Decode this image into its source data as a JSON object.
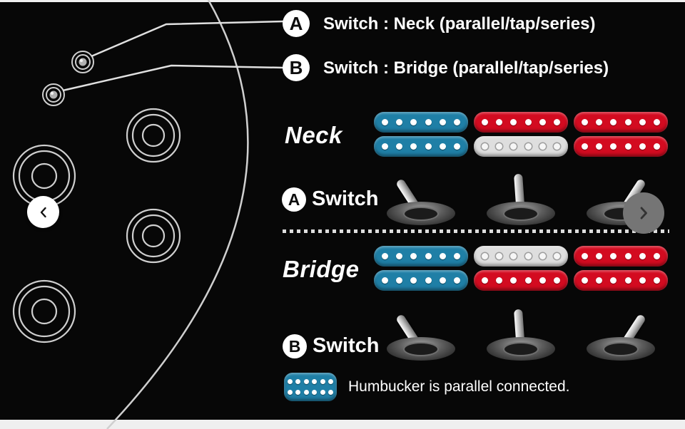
{
  "colors": {
    "blue": "#1f7fa6",
    "red": "#d30b20",
    "white": "#dedede",
    "background": "#070707",
    "outline": "#cfcfcf"
  },
  "dots_per_coil": 6,
  "header": {
    "switch_a": {
      "badge": "A",
      "text": "Switch : Neck (parallel/tap/series)"
    },
    "switch_b": {
      "badge": "B",
      "text": "Switch : Bridge (parallel/tap/series)"
    }
  },
  "neck_section": {
    "title": "Neck",
    "switch_badge": "A",
    "switch_label": "Switch",
    "pickups": [
      {
        "top_coil": "blue",
        "bottom_coil": "blue"
      },
      {
        "top_coil": "red",
        "bottom_coil": "white"
      },
      {
        "top_coil": "red",
        "bottom_coil": "red"
      }
    ],
    "switch_positions": [
      "left",
      "center",
      "right"
    ]
  },
  "bridge_section": {
    "title": "Bridge",
    "switch_badge": "B",
    "switch_label": "Switch",
    "pickups": [
      {
        "top_coil": "blue",
        "bottom_coil": "blue"
      },
      {
        "top_coil": "white",
        "bottom_coil": "red"
      },
      {
        "top_coil": "red",
        "bottom_coil": "red"
      }
    ],
    "switch_positions": [
      "left",
      "center",
      "right"
    ]
  },
  "legend": {
    "icon": {
      "color": "blue",
      "dot_rows": 2
    },
    "text": "Humbucker is parallel connected."
  },
  "carousel": {
    "prev_icon": "chevron-left",
    "next_icon": "chevron-right"
  }
}
